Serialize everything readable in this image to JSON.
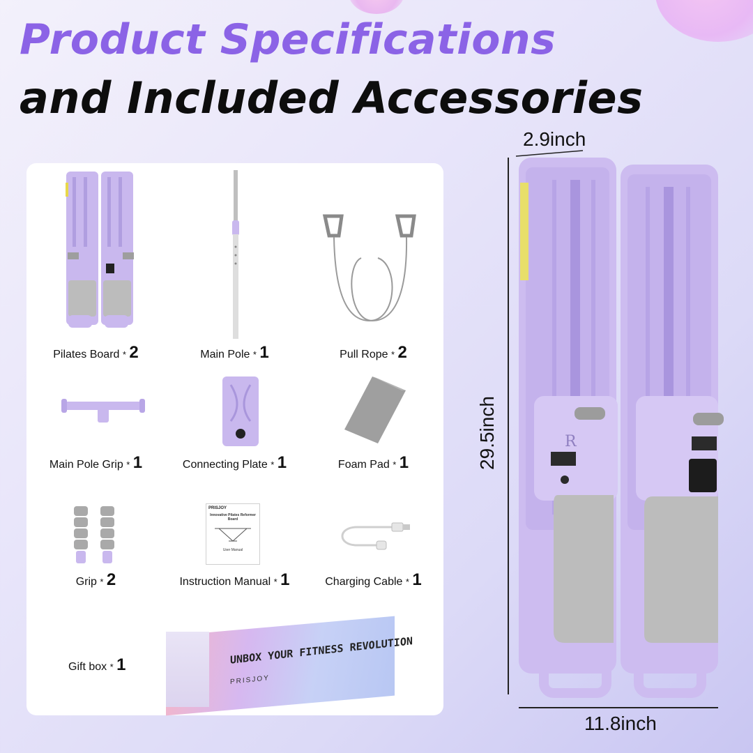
{
  "header": {
    "title_line1": "Product Specifications",
    "title_line2": "and Included Accessories"
  },
  "colors": {
    "accent_purple": "#8b63e6",
    "product_lavender": "#c9b8ee",
    "pad_gray": "#bcbcbc"
  },
  "accessories": [
    {
      "name": "Pilates Board",
      "qty_sep": "*",
      "qty": "2"
    },
    {
      "name": "Main Pole",
      "qty_sep": "*",
      "qty": "1"
    },
    {
      "name": "Pull Rope",
      "qty_sep": "*",
      "qty": "2"
    },
    {
      "name": "Main Pole Grip",
      "qty_sep": "*",
      "qty": "1"
    },
    {
      "name": "Connecting Plate",
      "qty_sep": "*",
      "qty": "1"
    },
    {
      "name": "Foam Pad",
      "qty_sep": "*",
      "qty": "1"
    },
    {
      "name": "Grip",
      "qty_sep": "*",
      "qty": "2"
    },
    {
      "name": "Instruction Manual",
      "qty_sep": "*",
      "qty": "1"
    },
    {
      "name": "Charging Cable",
      "qty_sep": "*",
      "qty": "1"
    },
    {
      "name": "Gift box",
      "qty_sep": "*",
      "qty": "1"
    }
  ],
  "manual": {
    "brand": "PRISJOY",
    "title": "Innovative Pilates Reformer Board",
    "footer": "User Manual"
  },
  "gift_box": {
    "slogan": "UNBOX YOUR FITNESS REVOLUTION",
    "brand": "PRISJOY"
  },
  "dimensions": {
    "depth": "2.9inch",
    "height": "29.5inch",
    "width": "11.8inch"
  },
  "product": {
    "side_mark": "R",
    "icons": [
      "pilates-board-icon",
      "pole-icon",
      "rope-icon",
      "grip-icon",
      "plate-icon",
      "pad-icon",
      "cable-icon",
      "manual-icon",
      "gift-box-icon"
    ]
  }
}
